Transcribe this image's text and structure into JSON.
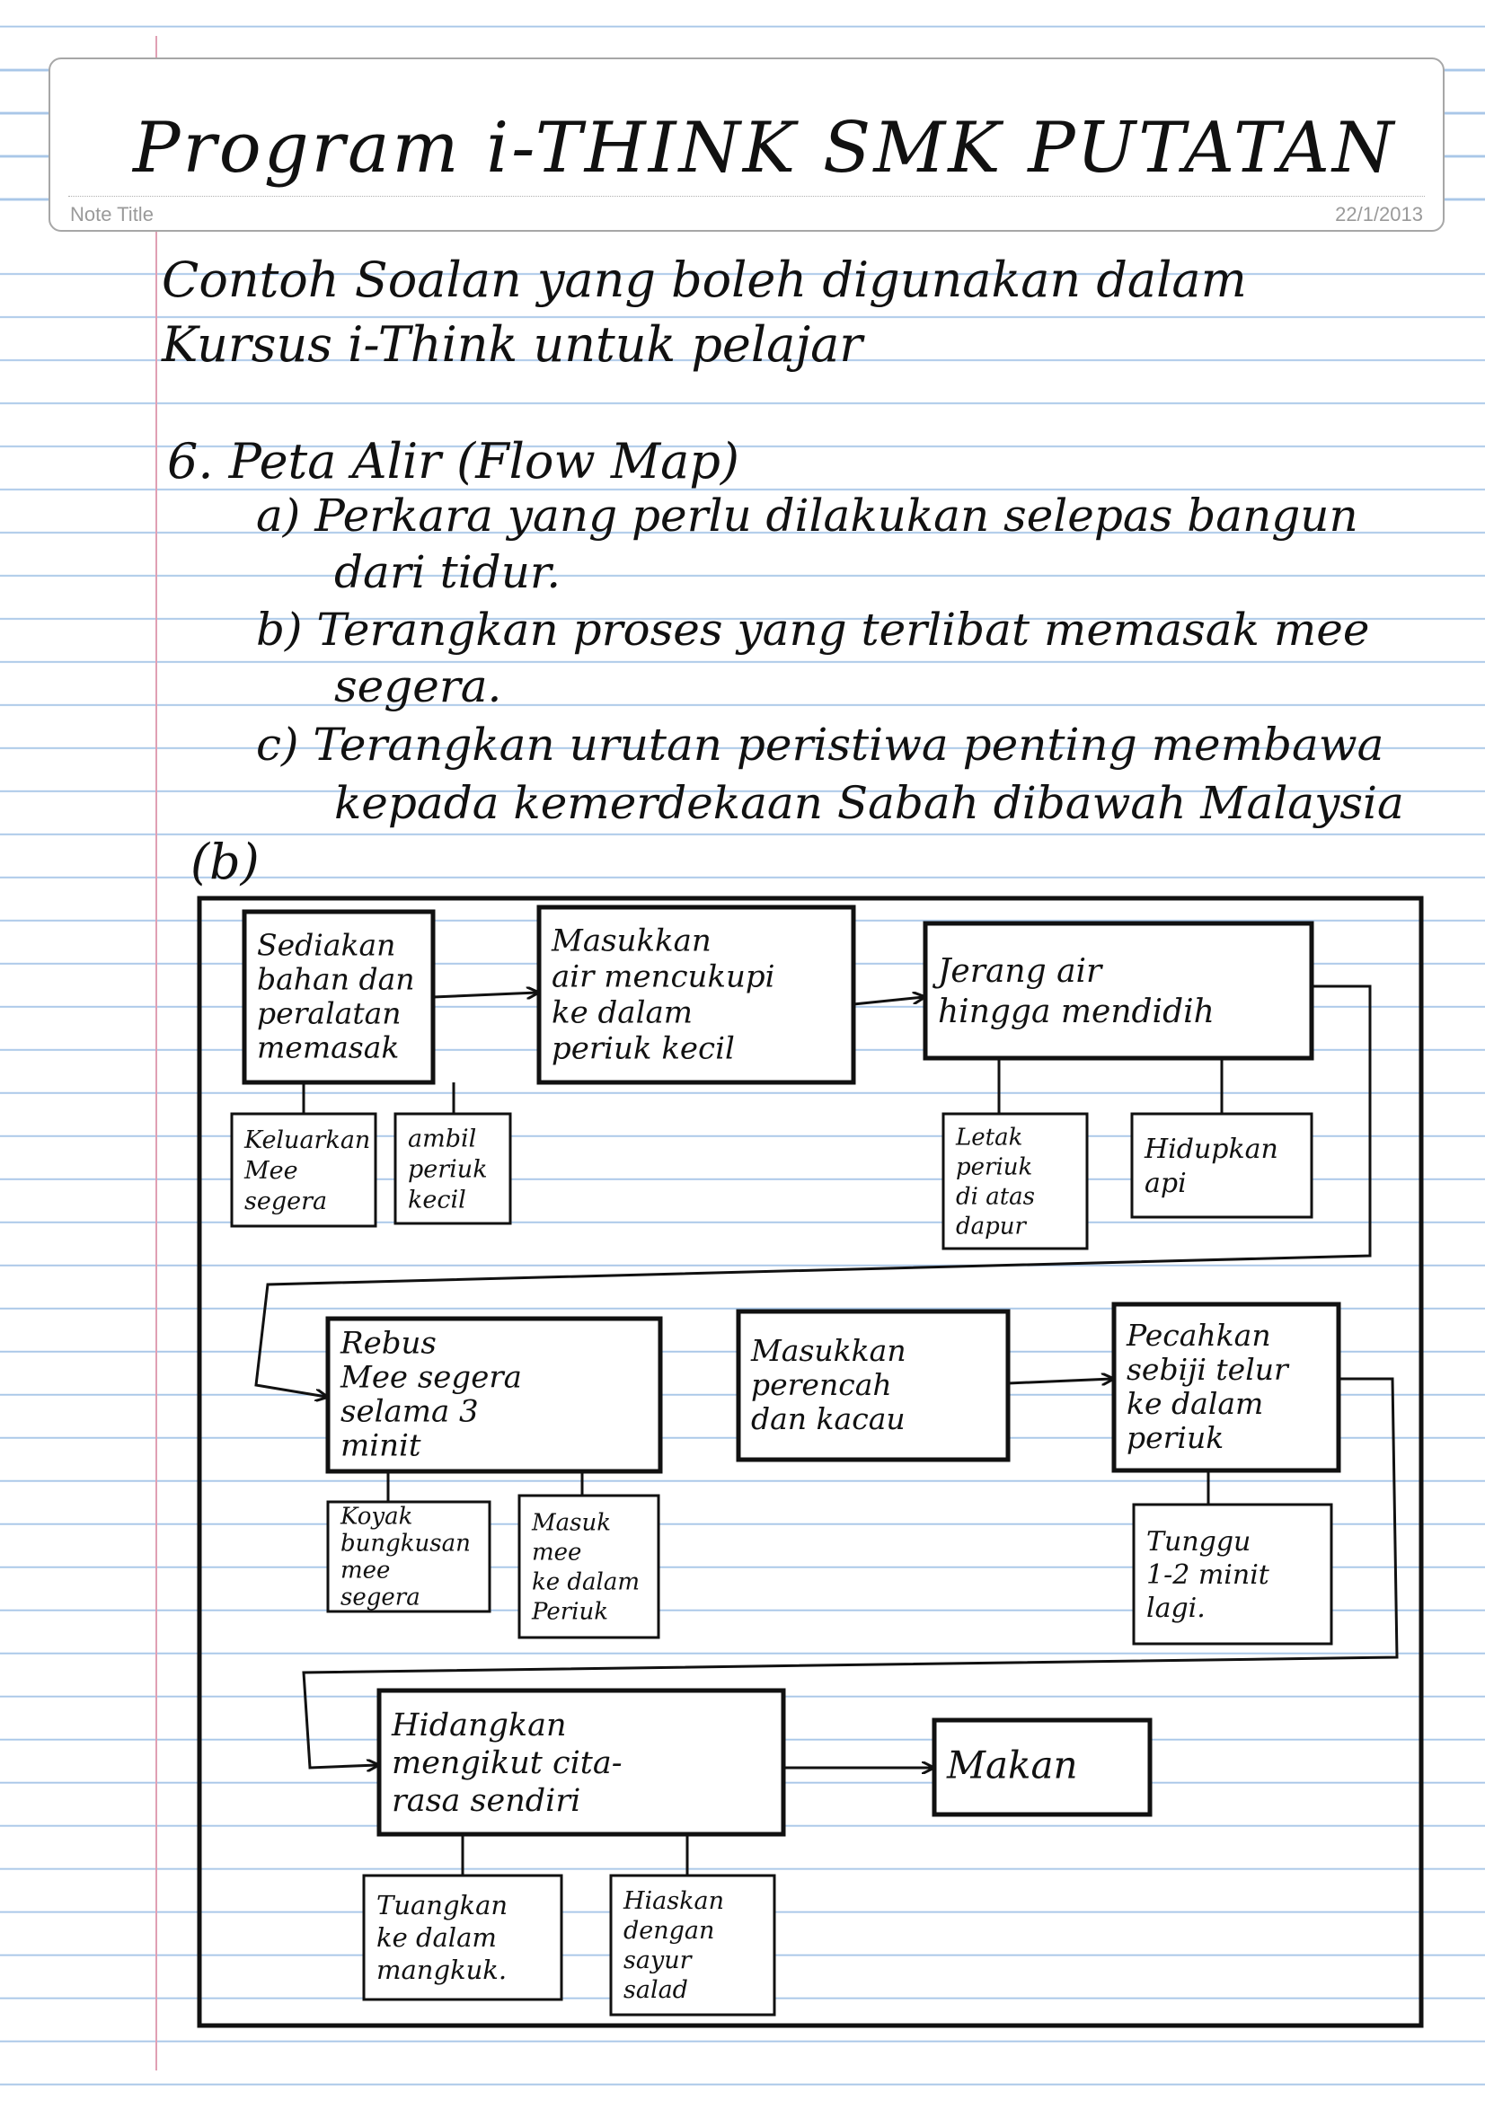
{
  "header": {
    "title_handwritten": "Program i-THINK SMK PUTATAN",
    "note_title_label": "Note Title",
    "date": "22/1/2013"
  },
  "intro": {
    "line1": "Contoh Soalan yang boleh digunakan dalam",
    "line2": "Kursus i-Think untuk pelajar"
  },
  "section": {
    "heading": "6. Peta Alir (Flow Map)",
    "a1": "a) Perkara yang perlu dilakukan selepas bangun",
    "a2": "dari tidur.",
    "b1": "b) Terangkan proses yang terlibat memasak mee",
    "b2": "segera.",
    "c1": "c) Terangkan urutan peristiwa penting membawa",
    "c2": "kepada kemerdekaan Sabah dibawah Malaysia",
    "answer_label": "(b)"
  },
  "flow": {
    "steps": [
      {
        "lines": [
          "Sediakan",
          "bahan dan",
          "peralatan",
          "memasak"
        ]
      },
      {
        "lines": [
          "Masukkan",
          "air mencukupi",
          "ke dalam",
          "periuk kecil"
        ]
      },
      {
        "lines": [
          "Jerang air",
          "hingga mendidih"
        ]
      },
      {
        "lines": [
          "Rebus",
          "Mee segera",
          "selama 3",
          "minit"
        ]
      },
      {
        "lines": [
          "Masukkan",
          "perencah",
          "dan kacau"
        ]
      },
      {
        "lines": [
          "Pecahkan",
          "sebiji telur",
          "ke dalam",
          "periuk"
        ]
      },
      {
        "lines": [
          "Hidangkan",
          "mengikut cita-",
          "rasa sendiri"
        ]
      },
      {
        "lines": [
          "Makan"
        ]
      }
    ],
    "substeps": [
      {
        "lines": [
          "Keluarkan",
          "Mee",
          "segera"
        ]
      },
      {
        "lines": [
          "ambil",
          "periuk",
          "kecil"
        ]
      },
      {
        "lines": [
          "Letak",
          "periuk",
          "di atas",
          "dapur"
        ]
      },
      {
        "lines": [
          "Hidupkan",
          "api"
        ]
      },
      {
        "lines": [
          "Koyak",
          "bungkusan",
          "mee",
          "segera"
        ]
      },
      {
        "lines": [
          "Masuk",
          "mee",
          "ke dalam",
          "Periuk"
        ]
      },
      {
        "lines": [
          "Tunggu",
          "1-2 minit",
          "lagi."
        ]
      },
      {
        "lines": [
          "Tuangkan",
          "ke dalam",
          "mangkuk."
        ]
      },
      {
        "lines": [
          "Hiaskan",
          "dengan",
          "sayur",
          "salad"
        ]
      }
    ]
  }
}
